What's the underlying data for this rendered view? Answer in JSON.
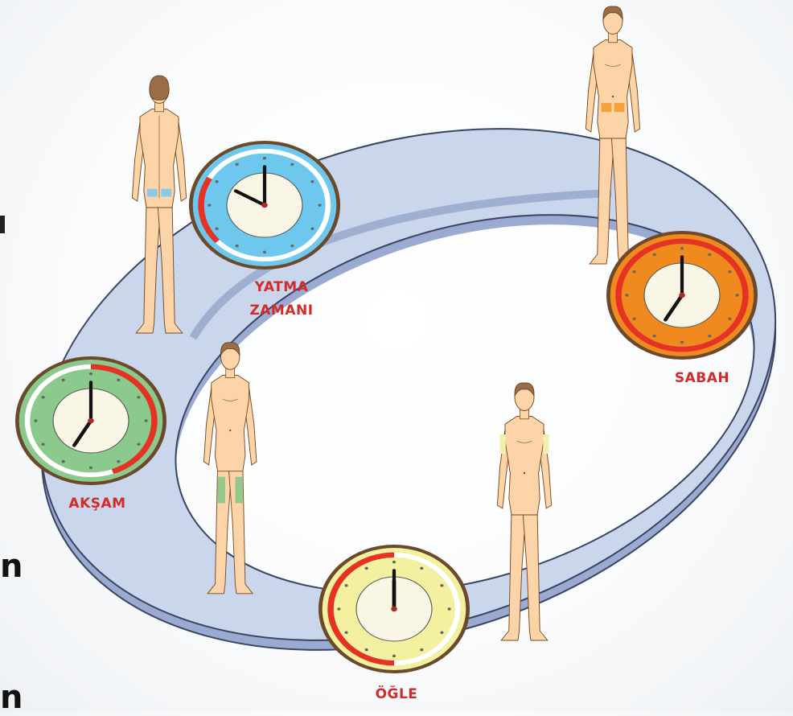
{
  "labels": {
    "bedtime_line1": "YATMA",
    "bedtime_line2": "ZAMANI",
    "morning": "SABAH",
    "evening": "AKŞAM",
    "noon": "ÖĞLE"
  },
  "edge_glyphs": [
    {
      "text": "n"
    },
    {
      "text": "n"
    }
  ],
  "colors": {
    "ring_top": "#c9d6ec",
    "ring_side": "#9aaad0",
    "ring_stroke": "#3a4563",
    "clock_bedtime": "#6ec8ee",
    "clock_morning": "#f08a1e",
    "clock_evening": "#8cc98c",
    "clock_noon": "#f3f0a0",
    "arc_red": "#e53225",
    "skin": "#fcd4a8",
    "hair": "#9a6d46",
    "patch_bedtime": "#7cc6ec",
    "patch_morning": "#f3a33a",
    "patch_evening": "#93c98c",
    "patch_noon": "#f1efad"
  },
  "clocks": [
    {
      "id": "bedtime",
      "color": "#6ec8ee",
      "hour": 10,
      "minute": 0,
      "arc": [
        228,
        300
      ],
      "icon": "clock-icon"
    },
    {
      "id": "morning",
      "color": "#f08a1e",
      "hour": 7,
      "minute": 0,
      "arc": [
        0,
        360
      ],
      "icon": "clock-icon"
    },
    {
      "id": "evening",
      "color": "#8cc98c",
      "hour": 7,
      "minute": 0,
      "arc": [
        0,
        160
      ],
      "icon": "clock-icon"
    },
    {
      "id": "noon",
      "color": "#f3f0a0",
      "hour": 12,
      "minute": 0,
      "arc": [
        180,
        360
      ],
      "icon": "clock-icon"
    }
  ],
  "figures": [
    {
      "id": "bedtime-figure",
      "view": "back",
      "patch": "buttocks",
      "patch_color": "#7cc6ec",
      "icon": "person-back-icon"
    },
    {
      "id": "morning-figure",
      "view": "front",
      "patch": "abdomen",
      "patch_color": "#f3a33a",
      "icon": "person-front-icon"
    },
    {
      "id": "evening-figure",
      "view": "front",
      "patch": "thighs",
      "patch_color": "#93c98c",
      "icon": "person-front-icon"
    },
    {
      "id": "noon-figure",
      "view": "front",
      "patch": "upper-arms",
      "patch_color": "#f1efad",
      "icon": "person-front-icon"
    }
  ]
}
